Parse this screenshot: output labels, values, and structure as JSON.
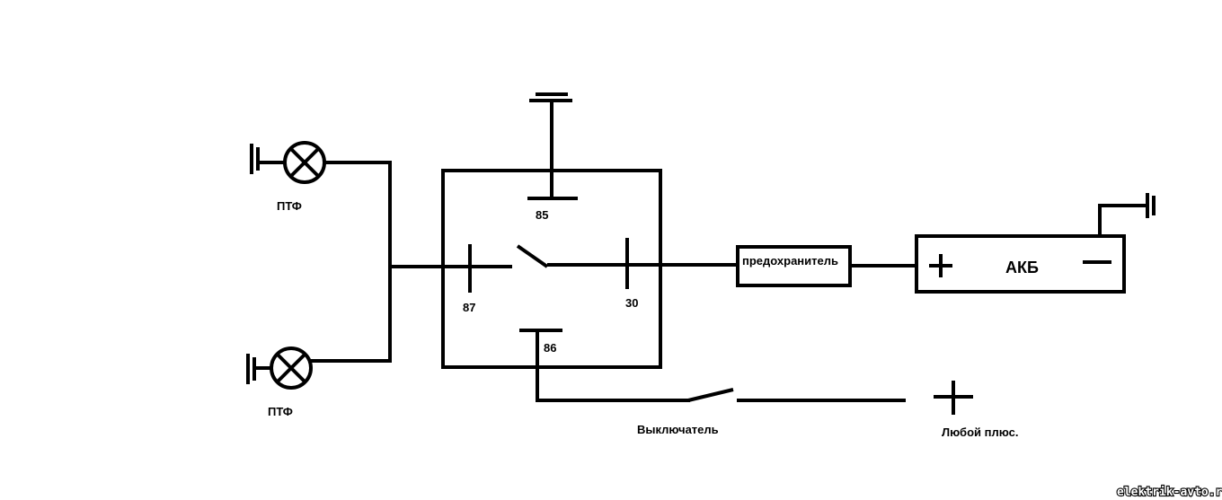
{
  "labels": {
    "fog_lamp_top": "ПТФ",
    "fog_lamp_bottom": "ПТФ",
    "pin_85": "85",
    "pin_86": "86",
    "pin_87": "87",
    "pin_30": "30",
    "fuse": "предохранитель",
    "battery": "АКБ",
    "switch": "Выключатель",
    "any_plus": "Любой плюс.",
    "watermark": "elektrik-avto.ru"
  }
}
